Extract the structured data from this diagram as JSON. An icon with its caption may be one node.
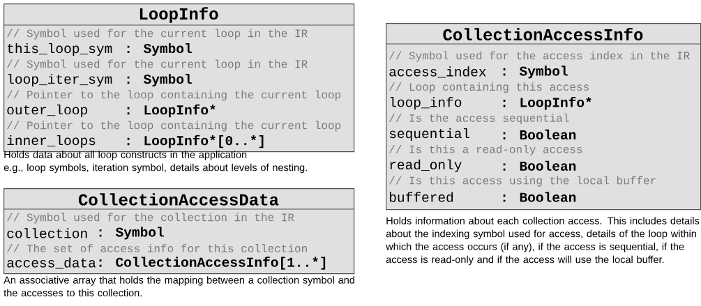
{
  "diagram": {
    "nodes": [
      {
        "text": [
          "LoopInfo",
          "// Symbol used for the current loop in the IR",
          "this_loop_sym",
          ": Symbol",
          "// Symbol used for the current loop in the IR",
          "loop_iter_sym",
          ": Symbol",
          "// Pointer to the loop containing the current loop",
          "outer_loop",
          ": LoopInfo*",
          "// Pointer to the loop containing the current loop",
          "inner_loops",
          ": LoopInfo*[0..*]"
        ],
        "beside": [
          "Holds data about all loop constructs in the application",
          "e.g., loop symbols, iteration symbol, details about levels of nesting."
        ]
      },
      {
        "text": [
          "CollectionAccessData",
          "// Symbol used for the collection in the IR",
          "collection",
          ": Symbol",
          "// The set of access info for this collection",
          "access_data",
          ": CollectionAccessInfo[1..*]"
        ],
        "beside": [
          "An associative array that holds the mapping between a collection symbol and the accesses to this collection."
        ]
      },
      {
        "text": [
          "CollectionAccessInfo",
          "// Symbol used for the access index in the IR",
          "access_index",
          ": Symbol",
          "// Loop containing this access",
          "loop_info",
          ": LoopInfo*",
          "// Is the access sequential",
          "sequential",
          ": Boolean",
          "// Is this a read-only access",
          "read_only",
          ": Boolean",
          "// Is this access using the local buffer",
          "buffered",
          ": Boolean"
        ],
        "beside": [
          "Holds information about each collection access. This includes details about the indexing symbol used for access, details of the loop within which the access occurs (if any), if the access is sequential, if the access is read-only and if the access will use the local buffer."
        ]
      }
    ]
  }
}
